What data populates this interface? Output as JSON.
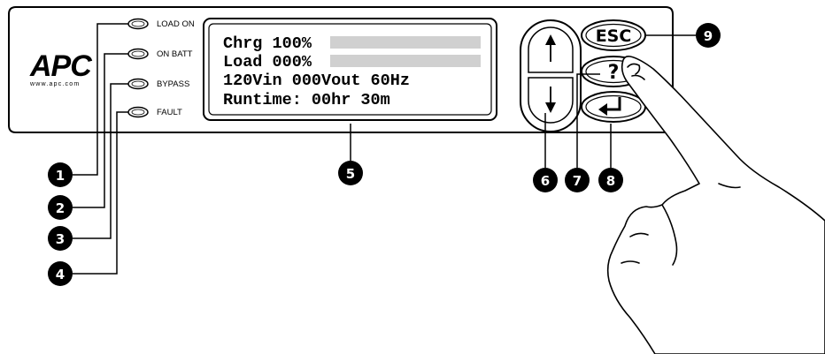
{
  "brand": {
    "logo_text": "APC",
    "url_text": "www.apc.com"
  },
  "leds": [
    {
      "id": "load-on",
      "label": "LOAD ON"
    },
    {
      "id": "on-batt",
      "label": "ON BATT"
    },
    {
      "id": "bypass",
      "label": "BYPASS"
    },
    {
      "id": "fault",
      "label": "FAULT"
    }
  ],
  "lcd": {
    "lines": [
      {
        "text": "Chrg 100%",
        "bar_level": 1.0
      },
      {
        "text": "Load 000%",
        "bar_level": 1.0
      },
      {
        "text": "120Vin 000Vout 60Hz"
      },
      {
        "text": "Runtime: 00hr 30m"
      }
    ]
  },
  "buttons": {
    "esc_label": "ESC",
    "help_label": "?",
    "up_icon": "arrow-up-icon",
    "down_icon": "arrow-down-icon",
    "enter_icon": "enter-arrow-icon"
  },
  "callouts": [
    "1",
    "2",
    "3",
    "4",
    "5",
    "6",
    "7",
    "8",
    "9"
  ],
  "colors": {
    "lcd_bar": "#d0d0d0",
    "panel_stroke": "#000000",
    "callout_fill": "#000000"
  }
}
